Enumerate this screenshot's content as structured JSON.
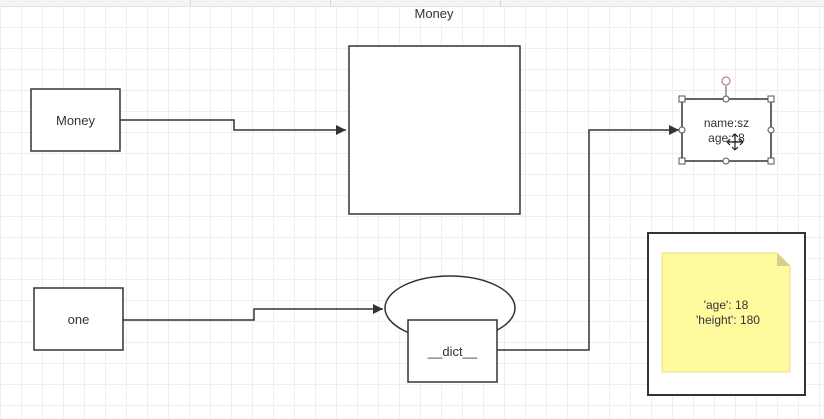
{
  "page": {
    "title": "Money"
  },
  "nodes": {
    "money": {
      "label": "Money"
    },
    "one": {
      "label": "one"
    },
    "dict": {
      "label": "__dict__"
    },
    "attrs": {
      "line1": "name:sz",
      "line2": "age:18"
    },
    "note": {
      "line1": "'age': 18",
      "line2": "'height': 180"
    }
  },
  "colors": {
    "stroke": "#333333",
    "note_fill": "#fffa9e",
    "handle": "#555555",
    "rotate_handle": "#c08080"
  }
}
